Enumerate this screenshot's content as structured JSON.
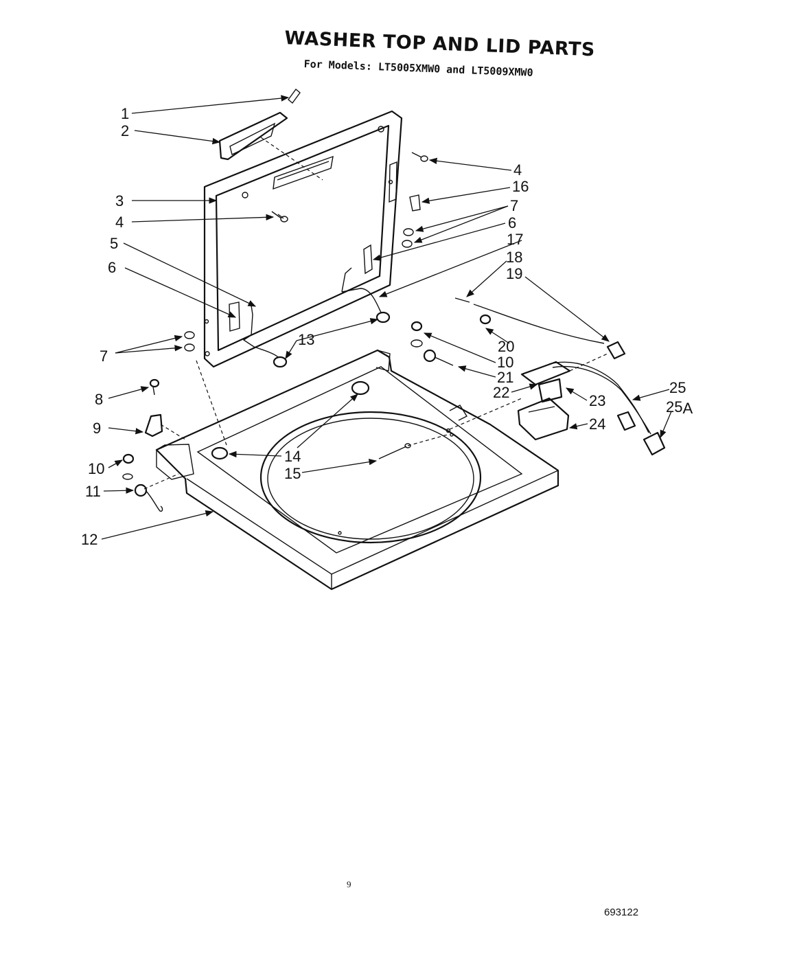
{
  "title": "WASHER TOP AND LID PARTS",
  "subtitle": "For Models: LT5005XMW0 and LT5009XMW0",
  "page_number": "9",
  "figure_number": "693122",
  "callouts": [
    {
      "id": "c1",
      "label": "1"
    },
    {
      "id": "c2",
      "label": "2"
    },
    {
      "id": "c3",
      "label": "3"
    },
    {
      "id": "c4a",
      "label": "4"
    },
    {
      "id": "c4b",
      "label": "4"
    },
    {
      "id": "c5",
      "label": "5"
    },
    {
      "id": "c6a",
      "label": "6"
    },
    {
      "id": "c6b",
      "label": "6"
    },
    {
      "id": "c7a",
      "label": "7"
    },
    {
      "id": "c7b",
      "label": "7"
    },
    {
      "id": "c8",
      "label": "8"
    },
    {
      "id": "c9",
      "label": "9"
    },
    {
      "id": "c10a",
      "label": "10"
    },
    {
      "id": "c10b",
      "label": "10"
    },
    {
      "id": "c11",
      "label": "11"
    },
    {
      "id": "c12",
      "label": "12"
    },
    {
      "id": "c13",
      "label": "13"
    },
    {
      "id": "c14",
      "label": "14"
    },
    {
      "id": "c15",
      "label": "15"
    },
    {
      "id": "c16",
      "label": "16"
    },
    {
      "id": "c17",
      "label": "17"
    },
    {
      "id": "c18",
      "label": "18"
    },
    {
      "id": "c19",
      "label": "19"
    },
    {
      "id": "c20",
      "label": "20"
    },
    {
      "id": "c21",
      "label": "21"
    },
    {
      "id": "c22",
      "label": "22"
    },
    {
      "id": "c23",
      "label": "23"
    },
    {
      "id": "c24",
      "label": "24"
    },
    {
      "id": "c25",
      "label": "25"
    },
    {
      "id": "c25a",
      "label": "25",
      "suffix": "A"
    }
  ]
}
